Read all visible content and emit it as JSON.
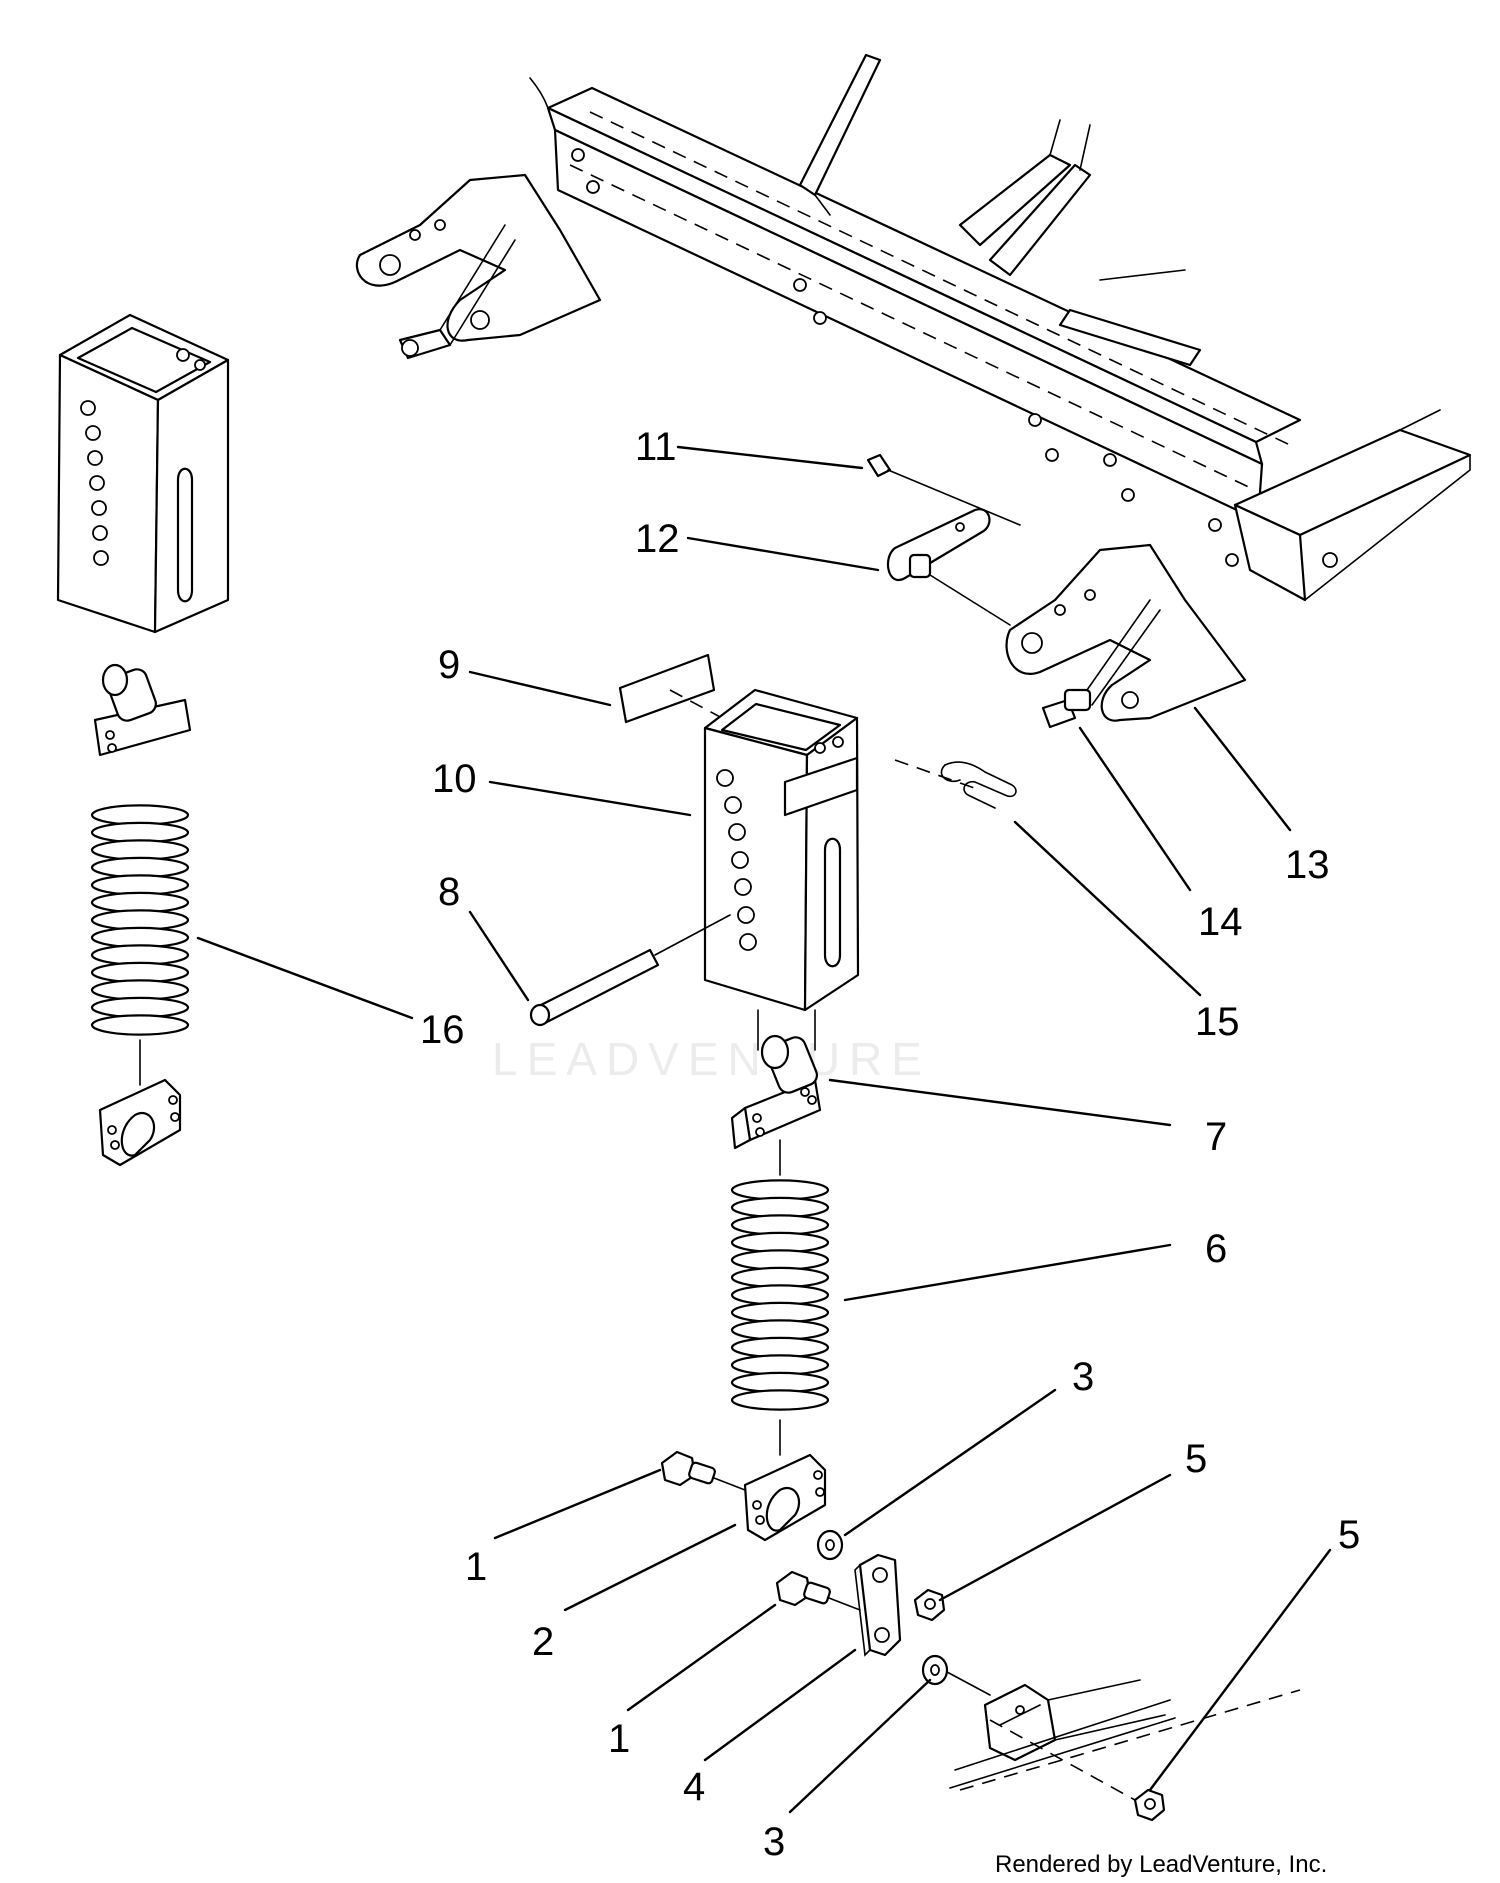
{
  "watermark": "LEADVENTURE",
  "credit": "Rendered by LeadVenture, Inc.",
  "callouts": [
    {
      "id": "c11",
      "text": "11"
    },
    {
      "id": "c12",
      "text": "12"
    },
    {
      "id": "c9",
      "text": "9"
    },
    {
      "id": "c10",
      "text": "10"
    },
    {
      "id": "c8",
      "text": "8"
    },
    {
      "id": "c13",
      "text": "13"
    },
    {
      "id": "c14",
      "text": "14"
    },
    {
      "id": "c15",
      "text": "15"
    },
    {
      "id": "c16",
      "text": "16"
    },
    {
      "id": "c7",
      "text": "7"
    },
    {
      "id": "c6",
      "text": "6"
    },
    {
      "id": "c3a",
      "text": "3"
    },
    {
      "id": "c5a",
      "text": "5"
    },
    {
      "id": "c5b",
      "text": "5"
    },
    {
      "id": "c1a",
      "text": "1"
    },
    {
      "id": "c2",
      "text": "2"
    },
    {
      "id": "c1b",
      "text": "1"
    },
    {
      "id": "c4",
      "text": "4"
    },
    {
      "id": "c3b",
      "text": "3"
    }
  ]
}
